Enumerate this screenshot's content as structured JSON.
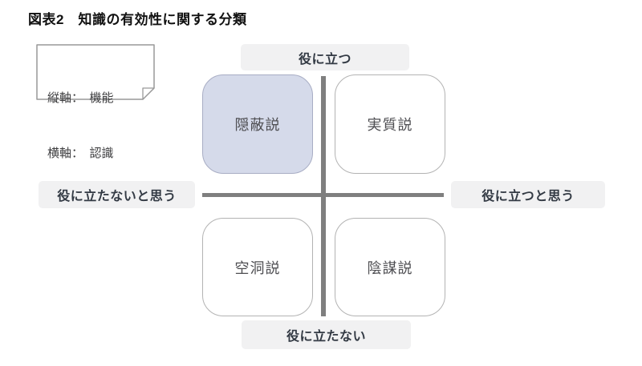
{
  "title": "図表2　知識の有効性に関する分類",
  "note": {
    "lines": [
      "縦軸：　機能",
      "横軸：　認識"
    ]
  },
  "axis_labels": {
    "top": "役に立つ",
    "bottom": "役に立たない",
    "left": "役に立たないと思う",
    "right": "役に立つと思う"
  },
  "quadrants": {
    "top_left": {
      "label": "隠蔽説",
      "highlighted": true
    },
    "top_right": {
      "label": "実質説",
      "highlighted": false
    },
    "bottom_left": {
      "label": "空洞説",
      "highlighted": false
    },
    "bottom_right": {
      "label": "陰謀説",
      "highlighted": false
    }
  },
  "colors": {
    "highlight_fill": "#d5daea",
    "highlight_border": "#a8adc4",
    "box_border": "#b3b3b3",
    "axis_line": "#7f7f7f",
    "label_bg": "#f1f1f2",
    "label_text": "#333a44"
  }
}
